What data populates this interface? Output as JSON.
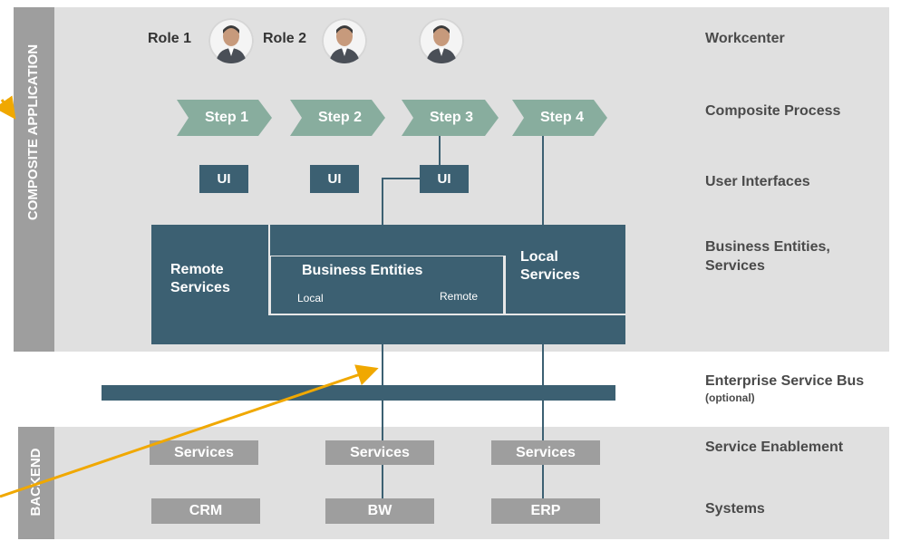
{
  "side_labels": {
    "composite": "COMPOSITE APPLICATION",
    "backend": "BACKEND"
  },
  "roles": [
    "Role 1",
    "Role 2"
  ],
  "steps": [
    "Step 1",
    "Step 2",
    "Step 3",
    "Step 4"
  ],
  "ui_label": "UI",
  "business": {
    "remote_services": "Remote Services",
    "entities_title": "Business Entities",
    "entities_local": "Local",
    "entities_remote": "Remote",
    "local_services": "Local Services"
  },
  "backend": {
    "services_label": "Services",
    "systems": [
      "CRM",
      "BW",
      "ERP"
    ]
  },
  "layers": {
    "workcenter": "Workcenter",
    "composite_process": "Composite Process",
    "user_interfaces": "User Interfaces",
    "business_entities": "Business Entities, Services",
    "esb": "Enterprise Service Bus",
    "esb_note": "(optional)",
    "service_enablement": "Service Enablement",
    "systems": "Systems"
  },
  "colors": {
    "band": "#e0e0e0",
    "strip": "#9e9e9e",
    "dark_teal": "#3c6072",
    "step_green": "#88ad9e",
    "arrow_orange": "#f0a800"
  }
}
